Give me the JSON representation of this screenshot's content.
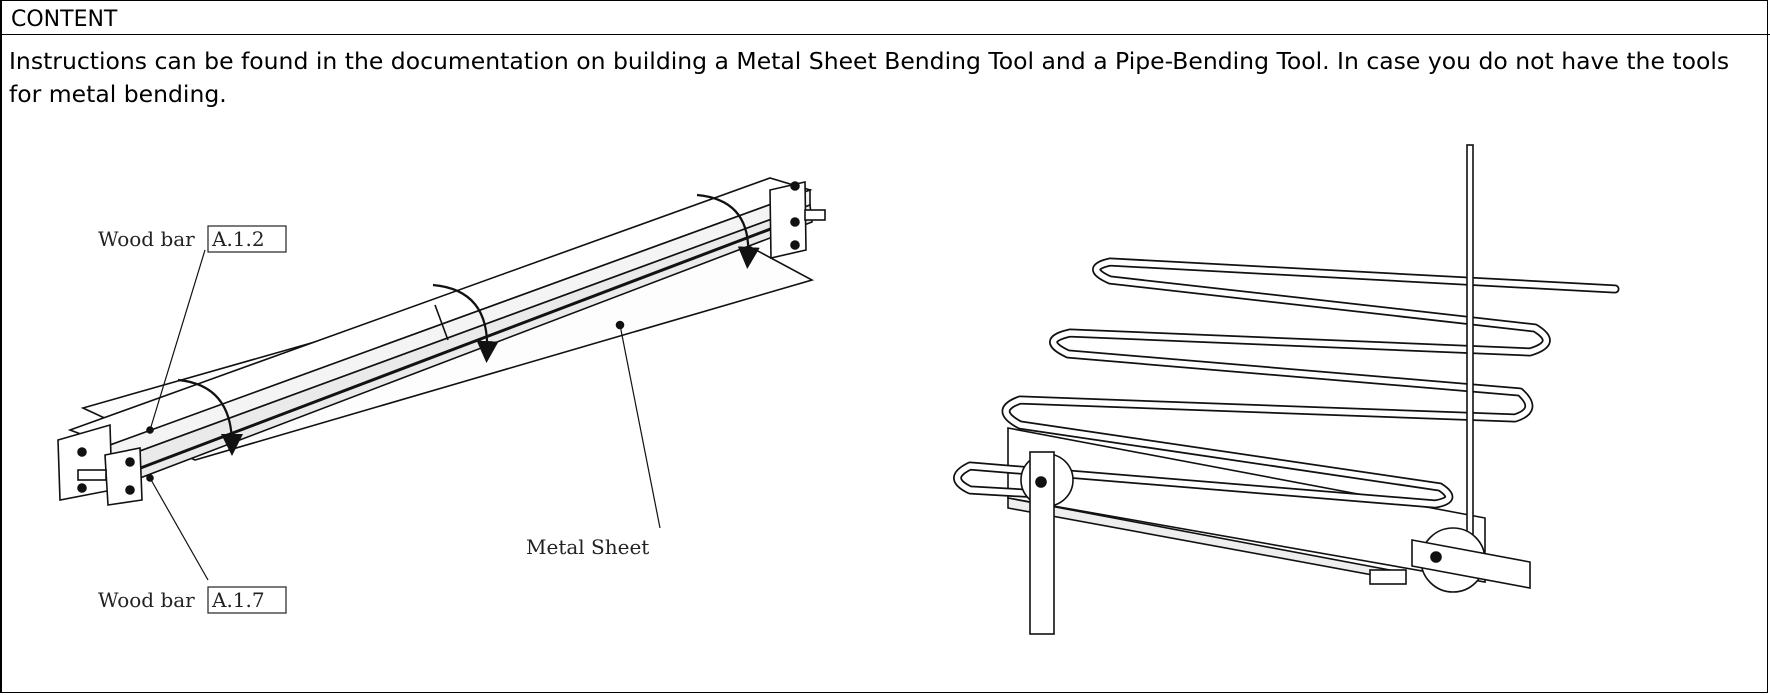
{
  "header": {
    "title": "CONTENT"
  },
  "body": {
    "intro": "Instructions can be found in the documentation on building a Metal Sheet Bending Tool and a Pipe-Bending Tool. In case you do not have the tools for metal bending."
  },
  "figure_left": {
    "label_wood_top_prefix": "Wood bar",
    "label_wood_top_ref": "A.1.2",
    "label_wood_bottom_prefix": "Wood bar",
    "label_wood_bottom_ref": "A.1.7",
    "label_metal_sheet": "Metal Sheet"
  }
}
